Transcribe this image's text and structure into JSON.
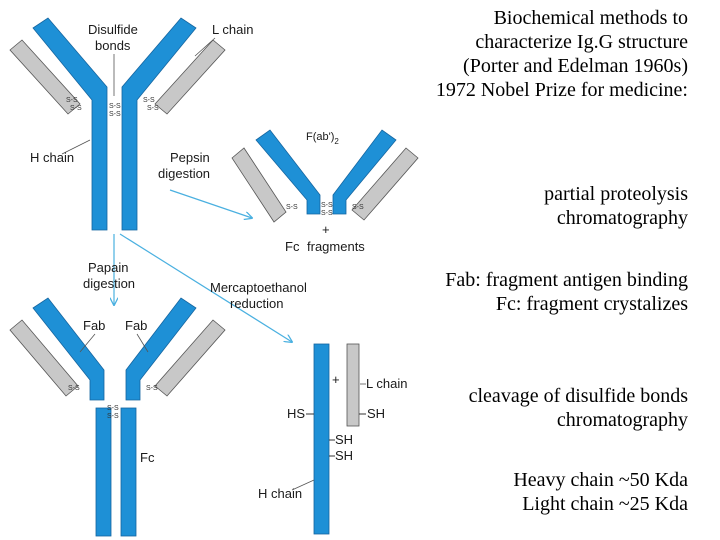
{
  "colors": {
    "heavy_chain": "#1e90d6",
    "light_chain": "#c8c8c8",
    "arrow": "#4ab0e0"
  },
  "diagram": {
    "intact": {
      "disulfide_bonds": [
        "Disulfide",
        "bonds"
      ],
      "l_chain": "L chain",
      "h_chain": "H chain"
    },
    "pepsin": {
      "label": [
        "Pepsin",
        "digestion"
      ],
      "fab2": "F(ab')",
      "fab2_sub": "2",
      "plus": "+",
      "fc": "Fc",
      "fragments": "fragments"
    },
    "papain": {
      "label": [
        "Papain",
        "digestion"
      ],
      "fab_left": "Fab",
      "fab_right": "Fab",
      "fc": "Fc"
    },
    "reduction": {
      "label": [
        "Mercaptoethanol",
        "reduction"
      ],
      "plus": "+",
      "l_chain": "L chain",
      "hs": "HS",
      "sh_light": "SH",
      "sh1": "SH",
      "sh2": "SH",
      "h_chain": "H chain"
    },
    "ss_mark": "S-S"
  },
  "text": {
    "intro": [
      "Biochemical methods to",
      "characterize Ig.G structure",
      "(Porter and Edelman 1960s)",
      "1972 Nobel Prize for medicine:"
    ],
    "methods": [
      "partial proteolysis",
      "chromatography"
    ],
    "fragments": [
      "Fab: fragment antigen binding",
      "Fc: fragment crystalizes"
    ],
    "cleavage": [
      "cleavage of disulfide bonds",
      "chromatography"
    ],
    "weights": [
      "Heavy chain ~50 Kda",
      "Light chain ~25 Kda"
    ]
  }
}
